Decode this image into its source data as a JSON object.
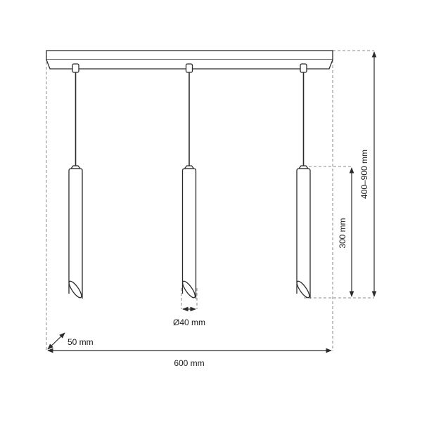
{
  "diagram": {
    "type": "technical-drawing",
    "subject": "3-light linear pendant lamp with angled-cut tube shades",
    "colors": {
      "line": "#2b2b2b",
      "dashed": "#8a8a8a",
      "background": "#ffffff"
    },
    "dimensions": {
      "width_label": "600 mm",
      "depth_label": "50 mm",
      "height_label": "400–900 mm",
      "shade_height_label": "300 mm",
      "shade_diameter_label": "Ø40 mm"
    },
    "components": {
      "canopy": "ceiling canopy bar",
      "cords": 3,
      "shades": 3
    }
  }
}
